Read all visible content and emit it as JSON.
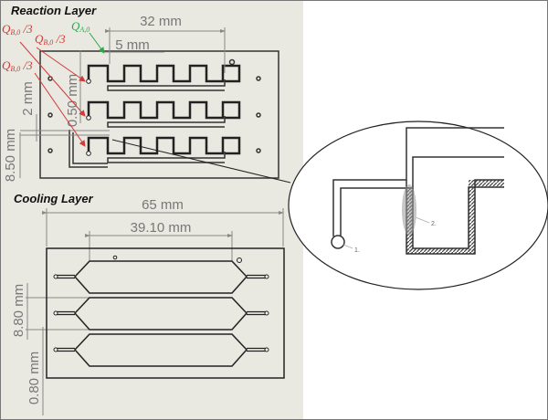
{
  "reaction_layer": {
    "title": "Reaction Layer",
    "dims": {
      "width": "32 mm",
      "pitch": "5 mm",
      "channel": "0.50 mm",
      "gap": "2 mm",
      "spacing": "8.50 mm"
    },
    "flows": {
      "b_main": "Q",
      "b_sub": "B,0",
      "b_div": " /3",
      "a_main": "Q",
      "a_sub": "A,0"
    }
  },
  "cooling_layer": {
    "title": "Cooling Layer",
    "dims": {
      "width": "65 mm",
      "channel_length": "39.10 mm",
      "pitch": "8.80 mm",
      "wall": "0.80 mm"
    }
  },
  "detail": {
    "label_1": "1.",
    "label_2": "2."
  },
  "colors": {
    "panel_bg": "#e9e8e1",
    "flow_b": "#d23a3a",
    "flow_a": "#2aa84a"
  }
}
